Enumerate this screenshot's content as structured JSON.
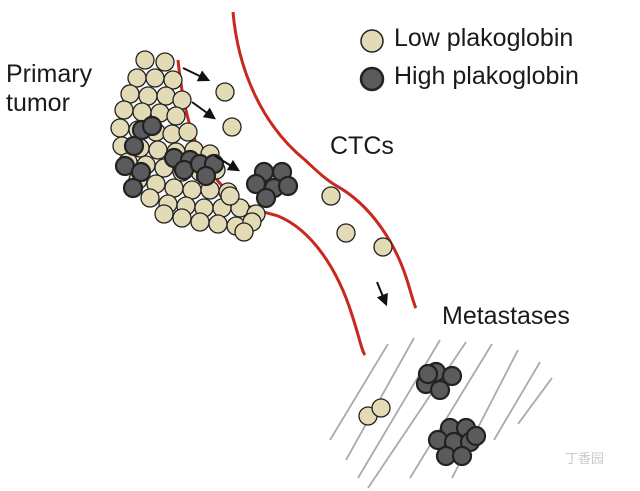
{
  "labels": {
    "primary_tumor": "Primary tumor",
    "ctcs": "CTCs",
    "metastases": "Metastases"
  },
  "legend": {
    "low": "Low plakoglobin",
    "high": "High plakoglobin"
  },
  "watermark": "丁香园",
  "colors": {
    "low_cell": "#e2dbb6",
    "high_cell": "#5b5b5d",
    "cell_outline": "#222222",
    "vessel": "#c8281e",
    "tissue_lines": "#aaaaaa",
    "arrow": "#111111"
  }
}
